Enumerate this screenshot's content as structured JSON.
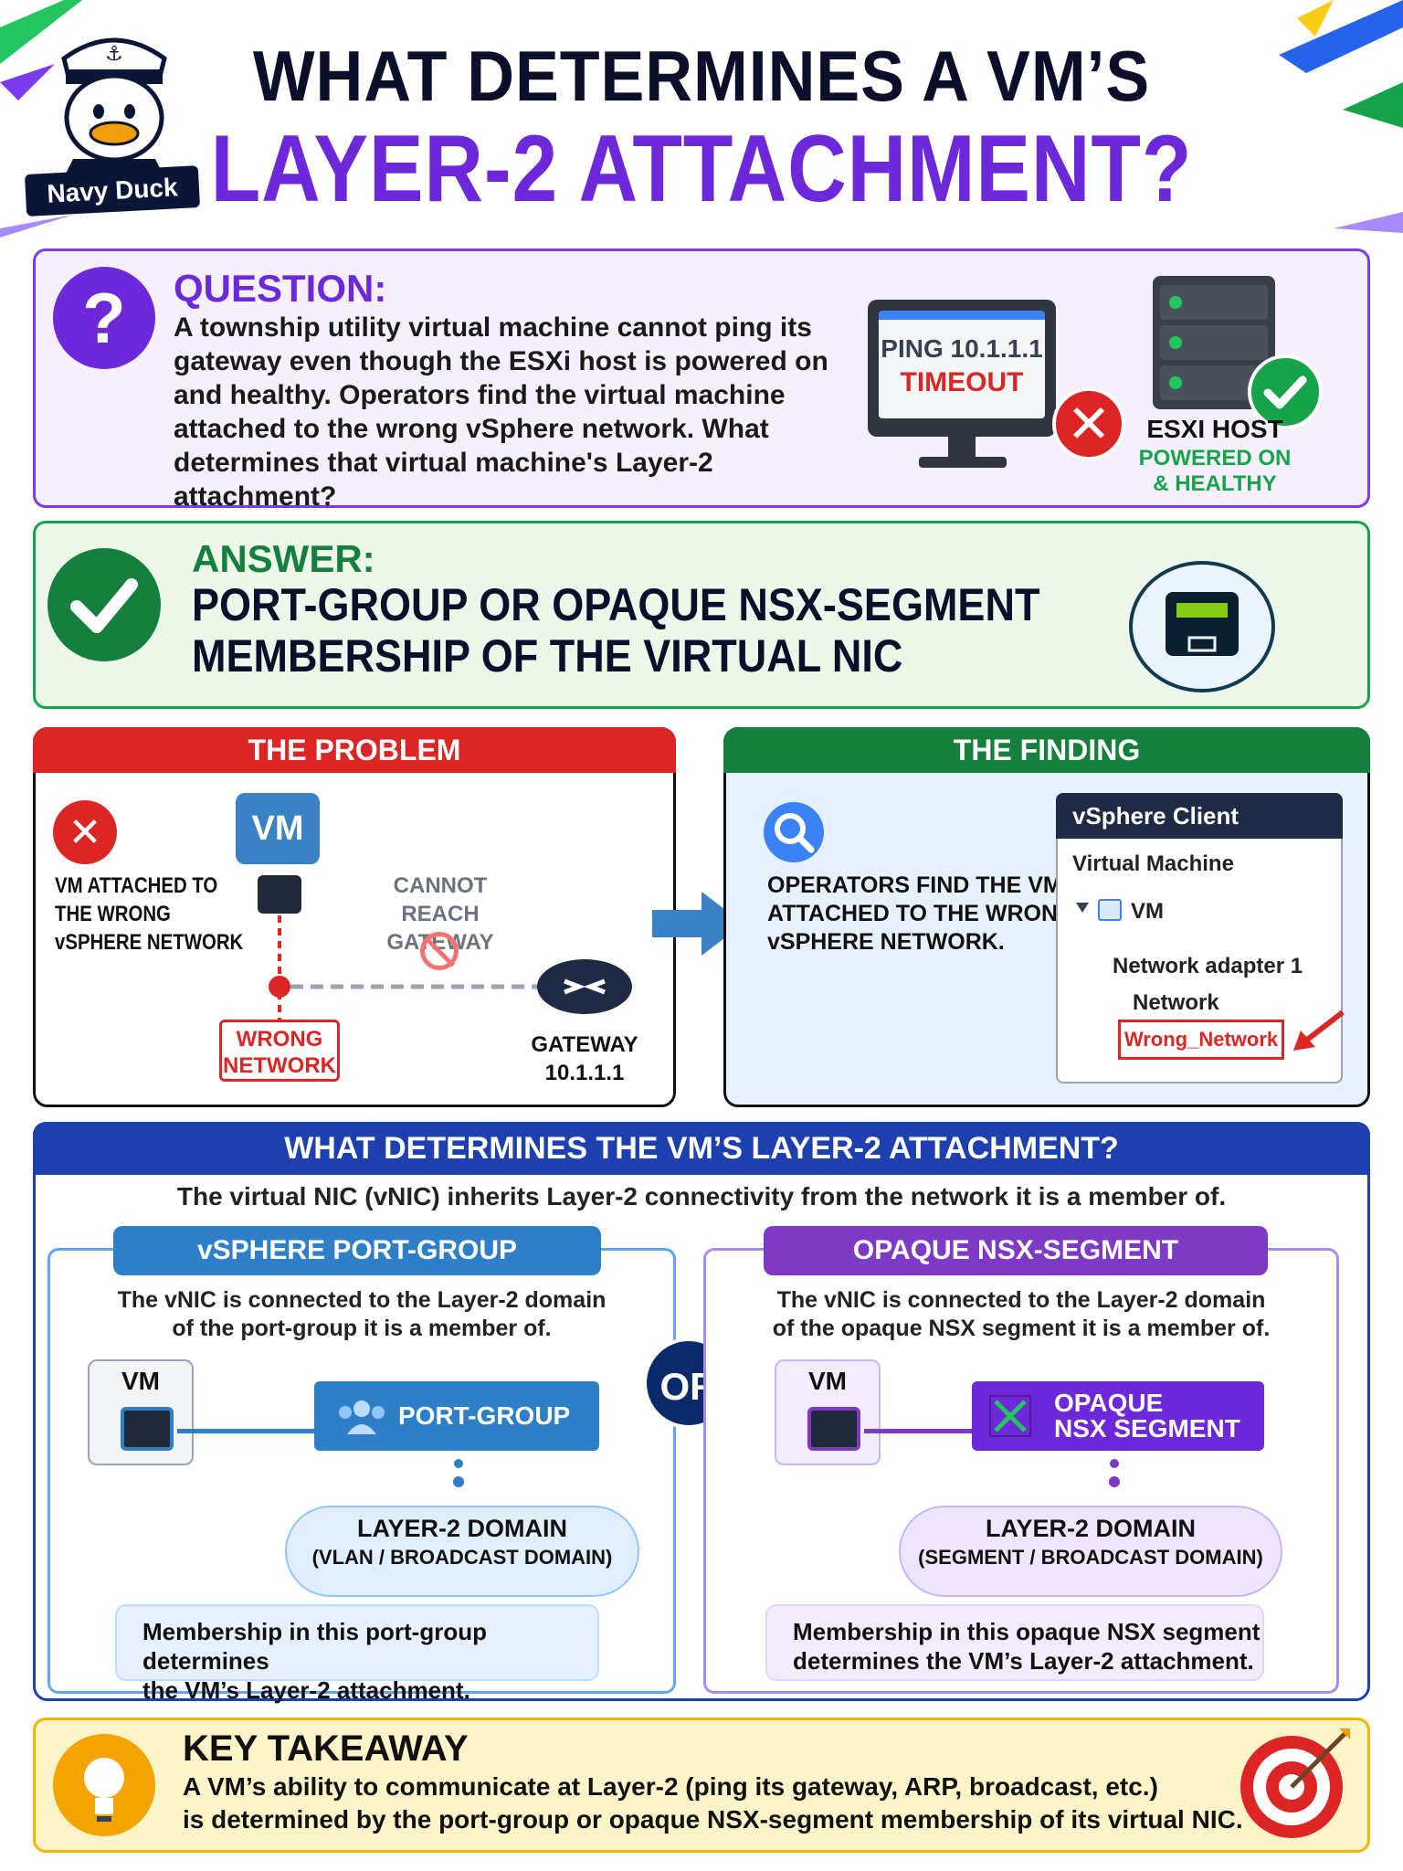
{
  "header": {
    "badge": "Navy Duck",
    "title_line1": "WHAT DETERMINES A VM’S",
    "title_line2": "LAYER-2 ATTACHMENT?"
  },
  "question": {
    "label": "QUESTION:",
    "text": "A township utility virtual machine cannot ping its gateway even though the ESXi host is powered on and healthy. Operators find the virtual machine attached to the wrong vSphere network. What determines that virtual machine's Layer-2 attachment?",
    "ping_line1": "PING 10.1.1.1",
    "ping_line2": "TIMEOUT",
    "esxi_title": "ESXI HOST",
    "esxi_status_1": "POWERED ON",
    "esxi_status_2": "& HEALTHY"
  },
  "answer": {
    "label": "ANSWER:",
    "line1": "PORT-GROUP OR OPAQUE NSX-SEGMENT",
    "line2": "MEMBERSHIP OF THE VIRTUAL NIC"
  },
  "problem": {
    "title": "THE PROBLEM",
    "side_1": "VM ATTACHED TO",
    "side_2": "THE WRONG",
    "side_3": "vSPHERE NETWORK",
    "vm_label": "VM",
    "cannot_1": "CANNOT REACH",
    "cannot_2": "GATEWAY",
    "wrong_1": "WRONG",
    "wrong_2": "NETWORK",
    "gateway_1": "GATEWAY",
    "gateway_2": "10.1.1.1"
  },
  "finding": {
    "title": "THE FINDING",
    "text_1": "OPERATORS FIND THE VM",
    "text_2": "ATTACHED TO THE WRONG",
    "text_3": "vSPHERE NETWORK.",
    "client_title": "vSphere Client",
    "virtual_machine": "Virtual Machine",
    "vm": "VM",
    "adapter": "Network adapter 1",
    "network": "Network",
    "wrong_network": "Wrong_Network"
  },
  "determines": {
    "title": "WHAT DETERMINES THE VM’S LAYER-2 ATTACHMENT?",
    "subtitle": "The virtual NIC (vNIC) inherits Layer-2 connectivity from the network it is a member of.",
    "or": "OR",
    "left": {
      "tab": "vSPHERE PORT-GROUP MEMBERSHIP",
      "desc_1": "The vNIC is connected to the Layer-2 domain",
      "desc_2": "of the port-group it is a member of.",
      "vm": "VM",
      "box": "PORT-GROUP",
      "domain": "LAYER-2 DOMAIN",
      "domain_sub": "(VLAN / BROADCAST DOMAIN)",
      "note_1": "Membership in this port-group determines",
      "note_2": "the VM’s Layer-2 attachment."
    },
    "right": {
      "tab": "OPAQUE NSX-SEGMENT MEMBERSHIP",
      "desc_1": "The vNIC is connected to the Layer-2 domain",
      "desc_2": "of the opaque NSX segment it is a member of.",
      "vm": "VM",
      "box_1": "OPAQUE",
      "box_2": "NSX SEGMENT",
      "domain": "LAYER-2 DOMAIN",
      "domain_sub": "(SEGMENT / BROADCAST DOMAIN)",
      "note_1": "Membership in this opaque NSX segment",
      "note_2": "determines the VM’s Layer-2 attachment."
    }
  },
  "takeaway": {
    "label": "KEY TAKEAWAY",
    "line1": "A VM’s ability to communicate at Layer-2 (ping its gateway, ARP, broadcast, etc.)",
    "line2": "is determined by the port-group or opaque NSX-segment membership of its virtual NIC."
  },
  "colors": {
    "purple": "#6d28d9",
    "green": "#15803d",
    "red": "#dc2626",
    "blue": "#1e40af",
    "yellow": "#f2b705"
  }
}
